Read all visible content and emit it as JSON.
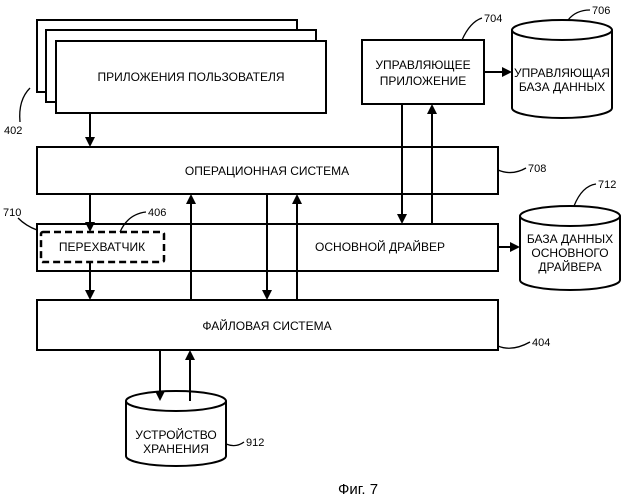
{
  "boxes": {
    "user_apps": "ПРИЛОЖЕНИЯ ПОЛЬЗОВАТЕЛЯ",
    "managing_app_line1": "УПРАВЛЯЮЩЕЕ",
    "managing_app_line2": "ПРИЛОЖЕНИЕ",
    "managing_db_line1": "УПРАВЛЯЮЩАЯ",
    "managing_db_line2": "БАЗА ДАННЫХ",
    "os": "ОПЕРАЦИОННАЯ СИСТЕМА",
    "interceptor": "ПЕРЕХВАТЧИК",
    "main_driver": "ОСНОВНОЙ ДРАЙВЕР",
    "driver_db_line1": "БАЗА ДАННЫХ",
    "driver_db_line2": "ОСНОВНОГО",
    "driver_db_line3": "ДРАЙВЕРА",
    "file_system": "ФАЙЛОВАЯ СИСТЕМА",
    "storage_line1": "УСТРОЙСТВО",
    "storage_line2": "ХРАНЕНИЯ"
  },
  "refs": {
    "user_apps": "402",
    "managing_app": "704",
    "managing_db": "706",
    "os": "708",
    "driver_layer": "710",
    "interceptor": "406",
    "driver_db": "712",
    "file_system": "404",
    "storage": "912"
  },
  "caption": "Фиг. 7"
}
